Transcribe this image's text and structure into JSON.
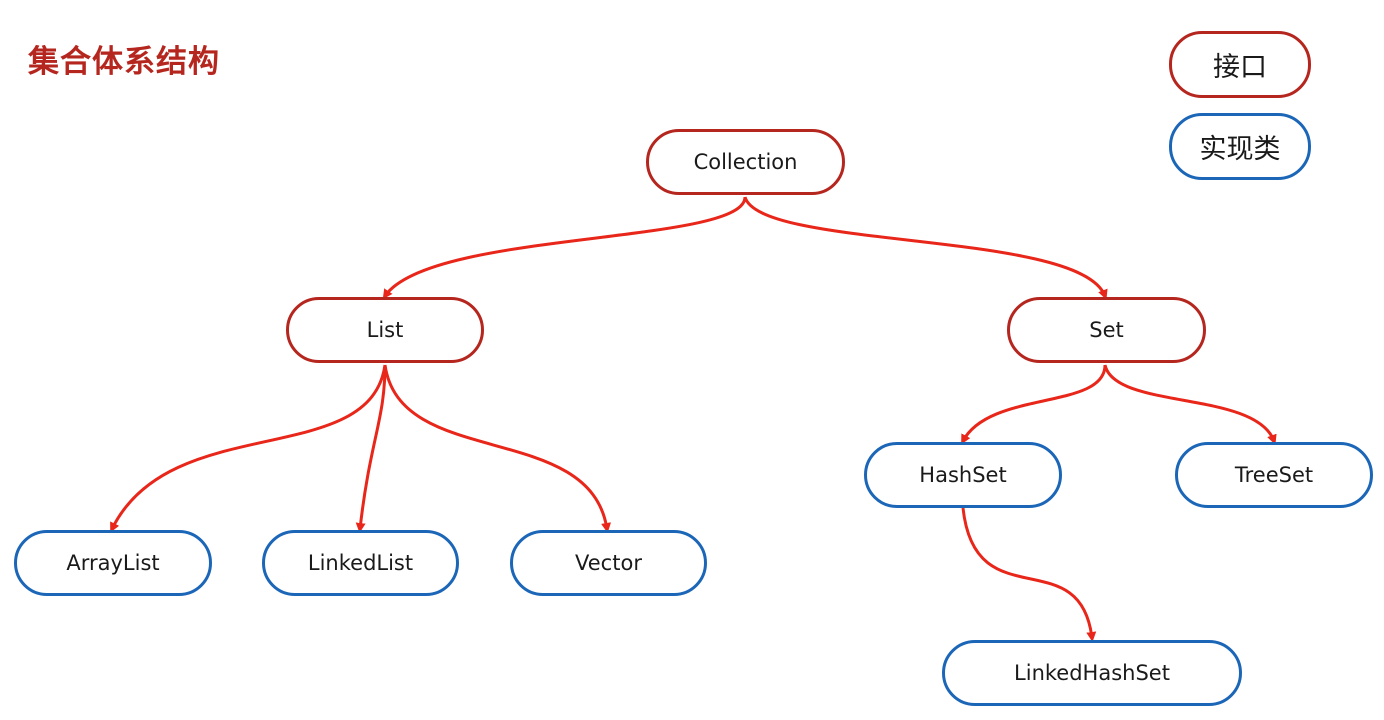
{
  "title": "集合体系结构",
  "legend": {
    "interface_label": "接口",
    "impl_label": "实现类"
  },
  "colors": {
    "interface_border": "#b5261e",
    "impl_border": "#1c66b8",
    "arrow": "#e8261a",
    "title": "#b5261e"
  },
  "nodes": {
    "collection": "Collection",
    "list": "List",
    "set": "Set",
    "arraylist": "ArrayList",
    "linkedlist": "LinkedList",
    "vector": "Vector",
    "hashset": "HashSet",
    "treeset": "TreeSet",
    "linkedhashset": "LinkedHashSet"
  },
  "edges": [
    {
      "from": "Collection",
      "to": "List"
    },
    {
      "from": "Collection",
      "to": "Set"
    },
    {
      "from": "List",
      "to": "ArrayList"
    },
    {
      "from": "List",
      "to": "LinkedList"
    },
    {
      "from": "List",
      "to": "Vector"
    },
    {
      "from": "Set",
      "to": "HashSet"
    },
    {
      "from": "Set",
      "to": "TreeSet"
    },
    {
      "from": "HashSet",
      "to": "LinkedHashSet"
    }
  ]
}
